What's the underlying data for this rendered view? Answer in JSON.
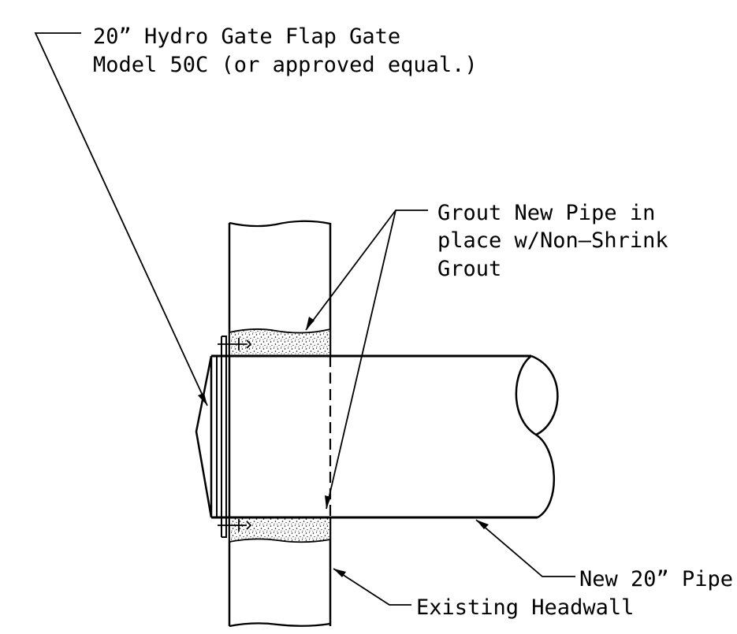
{
  "colors": {
    "ink": "#000000",
    "background": "#ffffff",
    "grout_fill": "#ffffff"
  },
  "labels": {
    "flap_gate": {
      "line1": "20” Hydro Gate Flap Gate",
      "line2": "Model 50C (or approved equal.)"
    },
    "grout": {
      "line1": "Grout New Pipe in",
      "line2": "place w/Non–Shrink",
      "line3": "Grout"
    },
    "new_pipe": "New 20” Pipe",
    "headwall": "Existing Headwall"
  }
}
